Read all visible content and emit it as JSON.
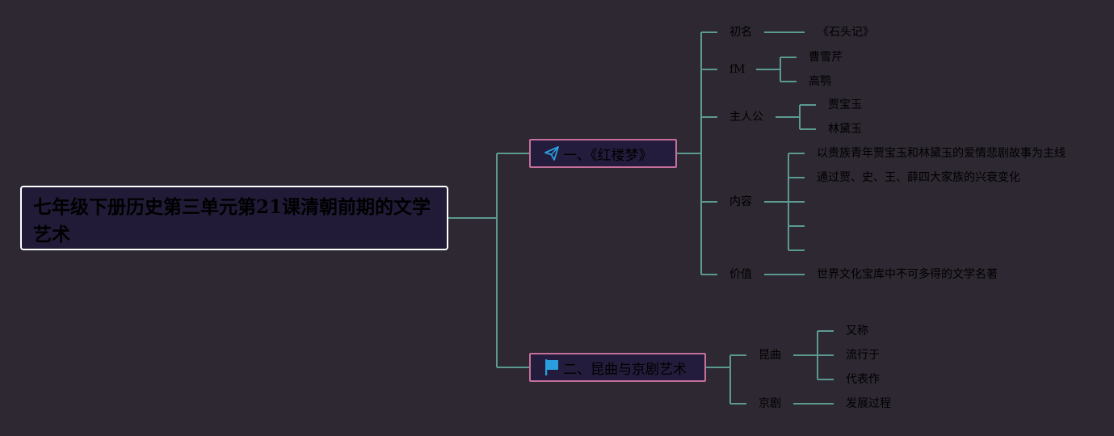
{
  "root": {
    "title": "七年级下册历史第三单元第21课清朝前期的文学艺术"
  },
  "branch1": {
    "title": "一、《红楼梦》",
    "icon": "paper-plane-icon",
    "children": {
      "chuming": {
        "label": "初名",
        "value": "《石头记》"
      },
      "author": {
        "label": "fM",
        "values": [
          "曹雪芹",
          "高鹗"
        ]
      },
      "protagonist": {
        "label": "主人公",
        "values": [
          "贾宝玉",
          "林黛玉"
        ]
      },
      "content": {
        "label": "内容",
        "values": [
          "以贵族青年贾宝玉和林黛玉的爱情悲剧故事为主线",
          "通过贾、史、王、薛四大家族的兴衰变化",
          "",
          "",
          ""
        ]
      },
      "value": {
        "label": "价值",
        "value": "世界文化宝库中不可多得的文学名著"
      }
    }
  },
  "branch2": {
    "title": "二、昆曲与京剧艺术",
    "icon": "flag-icon",
    "children": {
      "kunqu": {
        "label": "昆曲",
        "values": [
          "又称",
          "流行于",
          "代表作"
        ]
      },
      "jingju": {
        "label": "京剧",
        "value": "发展过程"
      }
    }
  },
  "colors": {
    "background": "#2d2832",
    "connector": "#5c9a91",
    "branch_border": "#c4709a",
    "root_border": "#ffffff",
    "icon": "#2a9fe0"
  }
}
